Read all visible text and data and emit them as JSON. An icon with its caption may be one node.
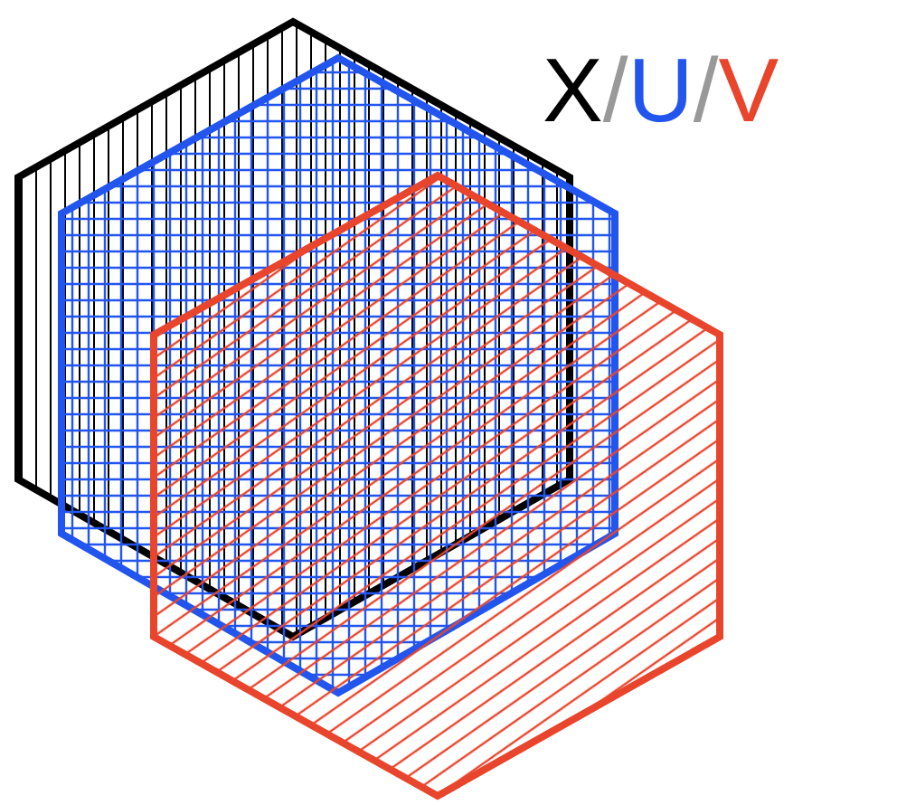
{
  "diagram": {
    "labels": [
      "X",
      "/",
      "U",
      "/",
      "V"
    ]
  }
}
